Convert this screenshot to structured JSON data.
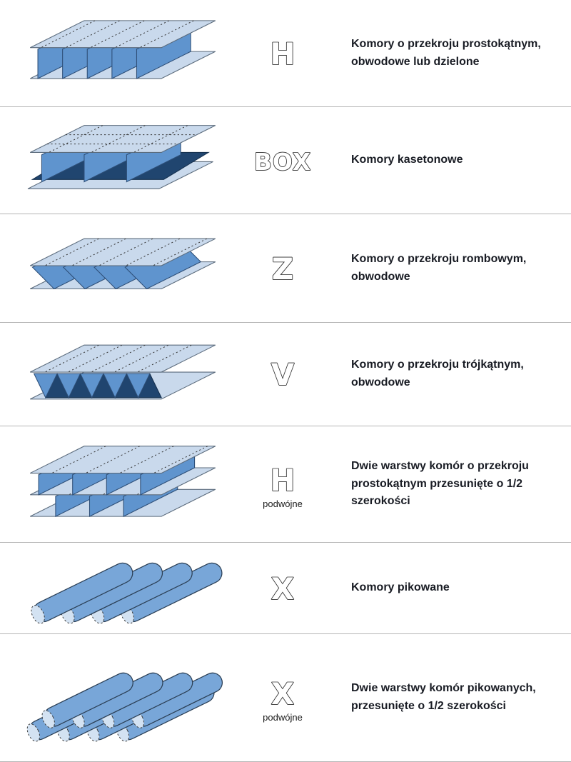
{
  "page": {
    "background": "#ffffff",
    "divider_color": "#b5b5b5",
    "text_color": "#191c24",
    "illustration_colors": {
      "sheet": "#c9d9ec",
      "rib": "#5f94ce",
      "dark_interior": "#20456f",
      "tube": "#78a6d8",
      "tube_face": "#d3e2f2"
    }
  },
  "rows": [
    {
      "code": "H",
      "sublabel": "",
      "description": "Komory o przekroju prostokątnym, obwodowe lub dzielone",
      "illustration": "rectangular-chambers"
    },
    {
      "code": "BOX",
      "sublabel": "",
      "description": "Komory kasetonowe",
      "illustration": "box-chambers"
    },
    {
      "code": "Z",
      "sublabel": "",
      "description": "Komory o przekroju rombowym, obwodowe",
      "illustration": "rhombic-chambers"
    },
    {
      "code": "V",
      "sublabel": "",
      "description": "Komory o przekroju trójkątnym, obwodowe",
      "illustration": "triangular-chambers"
    },
    {
      "code": "H",
      "sublabel": "podwójne",
      "description": "Dwie warstwy komór o przekroju prostokątnym przesunięte o 1/2 szerokości",
      "illustration": "double-rectangular-chambers"
    },
    {
      "code": "X",
      "sublabel": "",
      "description": "Komory pikowane",
      "illustration": "quilted-chambers"
    },
    {
      "code": "X",
      "sublabel": "podwójne",
      "description": "Dwie warstwy komór pikowanych, przesunięte o 1/2 szerokości",
      "illustration": "double-quilted-chambers"
    }
  ]
}
